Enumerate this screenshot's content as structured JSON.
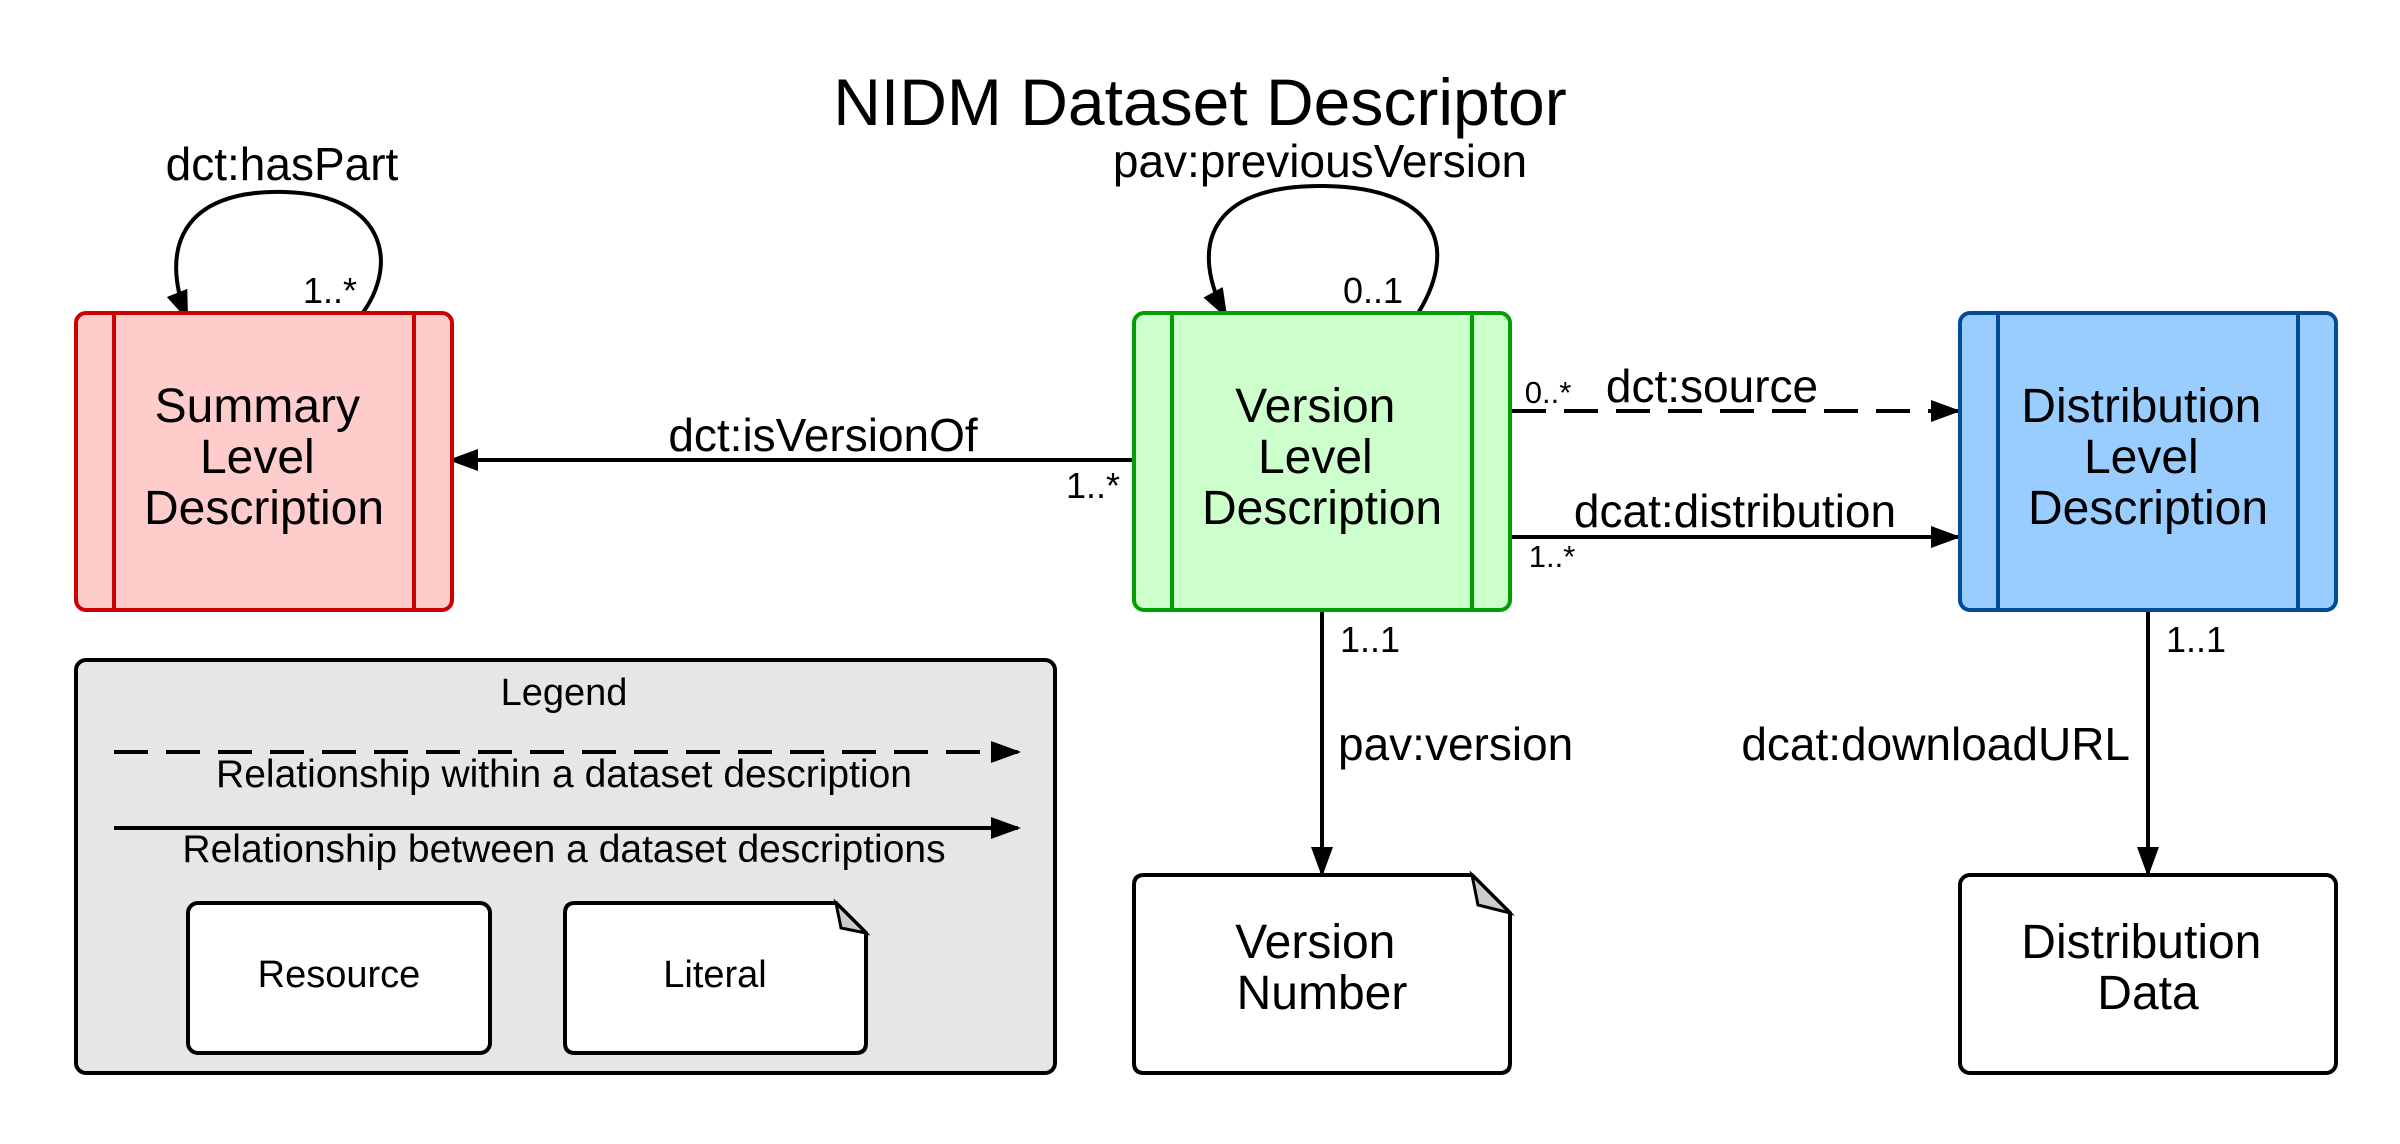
{
  "title": "NIDM Dataset Descriptor",
  "colors": {
    "summary_fill": "#ffcccc",
    "summary_stroke": "#cc0000",
    "version_fill": "#ccffcc",
    "version_stroke": "#00a000",
    "distribution_fill": "#99ccff",
    "distribution_stroke": "#004c99",
    "legend_fill": "#e6e6e6",
    "line": "#000000"
  },
  "nodes": {
    "summary": {
      "line1": "Summary",
      "line2": "Level",
      "line3": "Description",
      "shape": "process-box"
    },
    "version": {
      "line1": "Version",
      "line2": "Level",
      "line3": "Description",
      "shape": "process-box"
    },
    "distribution": {
      "line1": "Distribution",
      "line2": "Level",
      "line3": "Description",
      "shape": "process-box"
    },
    "version_number": {
      "line1": "Version",
      "line2": "Number",
      "shape": "note"
    },
    "distribution_data": {
      "line1": "Distribution",
      "line2": "Data",
      "shape": "rectangle"
    }
  },
  "edges": {
    "has_part": {
      "label": "dct:hasPart",
      "multiplicity": "1..*",
      "style": "solid"
    },
    "previous_version": {
      "label": "pav:previousVersion",
      "multiplicity": "0..1",
      "style": "solid"
    },
    "is_version_of": {
      "label": "dct:isVersionOf",
      "multiplicity": "1..*",
      "style": "solid"
    },
    "source": {
      "label": "dct:source",
      "multiplicity": "0..*",
      "style": "dashed"
    },
    "distribution": {
      "label": "dcat:distribution",
      "multiplicity": "1..*",
      "style": "solid"
    },
    "version": {
      "label": "pav:version",
      "multiplicity": "1..1",
      "style": "solid"
    },
    "download_url": {
      "label": "dcat:downloadURL",
      "multiplicity": "1..1",
      "style": "solid"
    }
  },
  "legend": {
    "title": "Legend",
    "dashed_label": "Relationship within a dataset description",
    "solid_label": "Relationship between a dataset descriptions",
    "resource_label": "Resource",
    "literal_label": "Literal"
  }
}
